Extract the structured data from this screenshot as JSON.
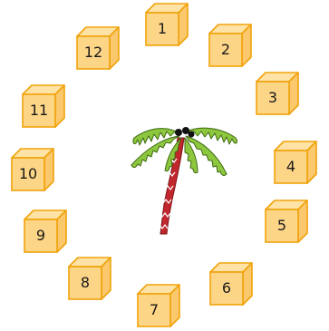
{
  "colors": {
    "cube_front": "#FDD587",
    "cube_top": "#FFE3A6",
    "cube_side": "#FBC86E",
    "cube_stroke": "#F0A30A",
    "leaf": "#8DC63F",
    "leaf_dark": "#5E8F1E",
    "trunk": "#C1272D",
    "coconut": "#111111"
  },
  "palm_tree": {
    "icon": "palm-tree-icon"
  },
  "cubes": [
    {
      "label": "1"
    },
    {
      "label": "2"
    },
    {
      "label": "3"
    },
    {
      "label": "4"
    },
    {
      "label": "5"
    },
    {
      "label": "6"
    },
    {
      "label": "7"
    },
    {
      "label": "8"
    },
    {
      "label": "9"
    },
    {
      "label": "10"
    },
    {
      "label": "11"
    },
    {
      "label": "12"
    }
  ]
}
